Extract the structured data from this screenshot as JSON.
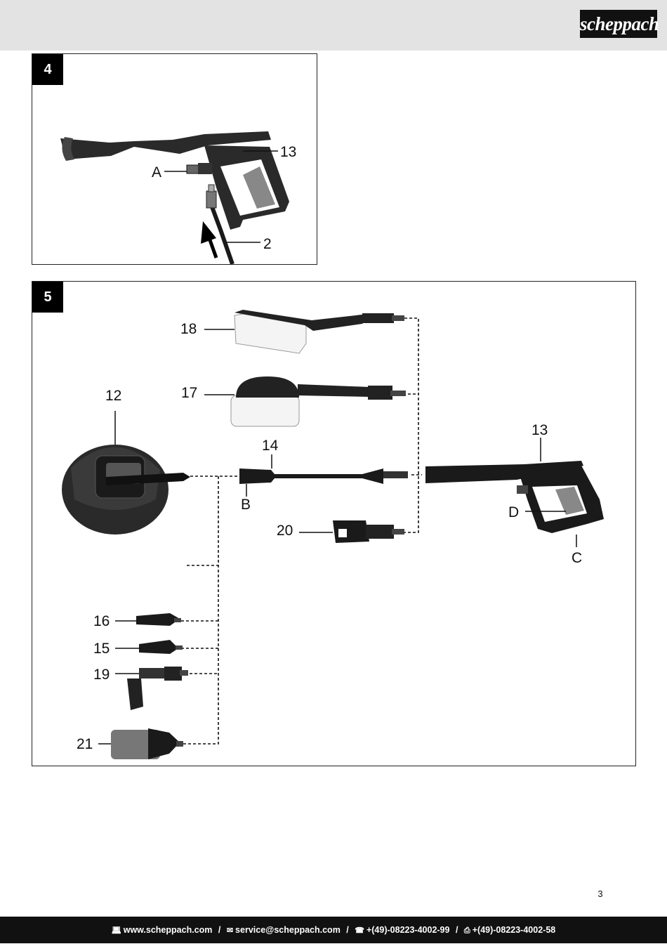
{
  "header": {
    "logo_text": "scheppach"
  },
  "figure4": {
    "number": "4",
    "labels": {
      "handle": "13",
      "lock": "A",
      "hose": "2"
    }
  },
  "figure5": {
    "number": "5",
    "labels": {
      "surface_cleaner": "12",
      "trigger_gun": "13",
      "extension_lance": "14",
      "nozzle_15": "15",
      "nozzle_16": "16",
      "rotary_brush": "17",
      "fixed_brush": "18",
      "angled_nozzle": "19",
      "adapter": "20",
      "foam_bottle": "21",
      "lance_end": "B",
      "gun_lock": "C",
      "gun_trigger": "D"
    }
  },
  "page_number": "3",
  "footer": {
    "website": "www.scheppach.com",
    "email": "service@scheppach.com",
    "phone": "+(49)-08223-4002-99",
    "fax": "+(49)-08223-4002-58",
    "separator": "/"
  }
}
